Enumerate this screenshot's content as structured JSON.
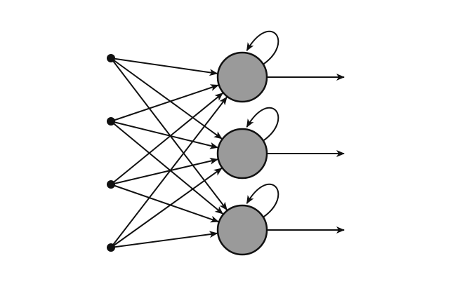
{
  "diagram": {
    "type": "recurrent-neural-network",
    "input_count": 4,
    "neuron_count": 3,
    "fully_connected": true,
    "self_loops": true,
    "colors": {
      "neuron_fill": "#9a9a9a",
      "stroke": "#111111",
      "background": "#ffffff"
    }
  }
}
